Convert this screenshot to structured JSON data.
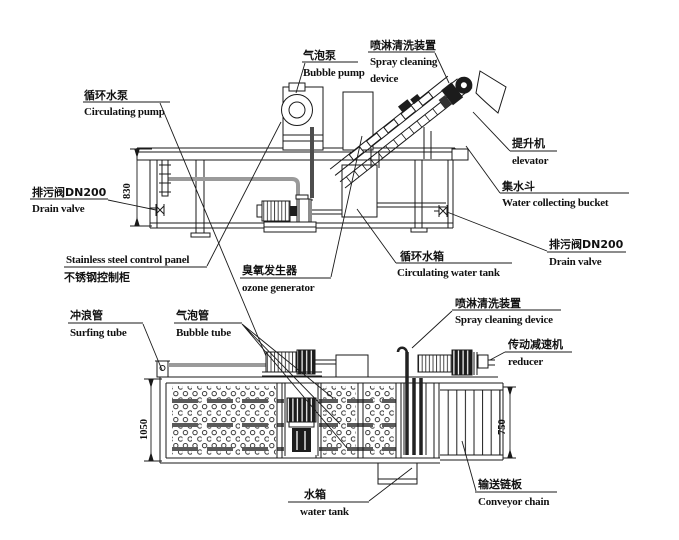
{
  "drawing": {
    "type": "equipment-assembly-drawing",
    "views": [
      "side elevation",
      "plan/front view"
    ]
  },
  "labels": {
    "bubble_pump": {
      "cn": "气泡泵",
      "en": "Bubble pump"
    },
    "spray_top": {
      "cn": "喷淋清洗装置",
      "en1": "Spray cleaning",
      "en2": "device"
    },
    "circulating_pump": {
      "cn": "循环水泵",
      "en": "Circulating pump"
    },
    "drain_valve_left": {
      "cn": "排污阀DN200",
      "en": "Drain valve"
    },
    "elevator": {
      "cn": "提升机",
      "en": "elevator"
    },
    "water_collecting_bucket": {
      "cn": "集水斗",
      "en": "Water collecting bucket"
    },
    "drain_valve_right": {
      "cn": "排污阀DN200",
      "en": "Drain valve"
    },
    "control_panel": {
      "en": "Stainless steel control panel",
      "cn": "不锈钢控制柜"
    },
    "ozone_generator": {
      "cn": "臭氧发生器",
      "en": "ozone generator"
    },
    "circulating_water_tank": {
      "cn": "循环水箱",
      "en": "Circulating water tank"
    },
    "spray_bottom": {
      "cn": "喷淋清洗装置",
      "en": "Spray cleaning device"
    },
    "reducer": {
      "cn": "传动减速机",
      "en": "reducer"
    },
    "surfing_tube": {
      "cn": "冲浪管",
      "en": "Surfing tube"
    },
    "bubble_tube": {
      "cn": "气泡管",
      "en": "Bubble tube"
    },
    "water_tank": {
      "cn": "水箱",
      "en": "water tank"
    },
    "conveyor_chain": {
      "cn": "输送链板",
      "en": "Conveyor chain"
    }
  },
  "dimensions": {
    "side_height": "830",
    "wash_height": "1050",
    "conveyor_height": "750"
  },
  "colors": {
    "line": "#1a1a1a",
    "pipe": "#9a9a9a",
    "dark_fill": "#1c1c1c",
    "background": "#ffffff"
  }
}
